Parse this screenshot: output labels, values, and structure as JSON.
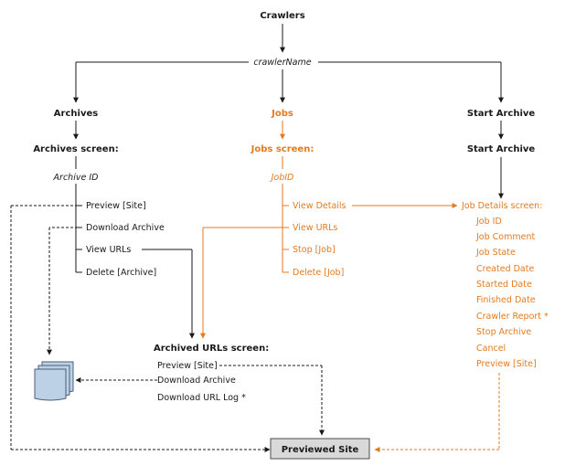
{
  "nodes": {
    "crawlers": "Crawlers",
    "crawler_name": "crawlerName",
    "archives": "Archives",
    "jobs": "Jobs",
    "start_archive": "Start Archive",
    "start_archive_2": "Start Archive",
    "archives_screen": "Archives screen:",
    "archive_id": "Archive ID",
    "jobs_screen": "Jobs  screen:",
    "job_id": "JobID",
    "archive_actions": [
      "Preview [Site]",
      "Download Archive",
      "View URLs",
      "Delete [Archive]"
    ],
    "job_actions": [
      "View Details",
      "View URLs",
      "Stop [Job]",
      "Delete [Job]"
    ],
    "job_details_screen": "Job Details screen:",
    "job_details_items": [
      "Job ID",
      "Job Comment",
      "Job State",
      "Created Date",
      "Started Date",
      "Finished Date",
      "Crawler Report *",
      "Stop Archive",
      "Cancel",
      "Preview [Site]"
    ],
    "archived_urls_screen": "Archived URLs screen:",
    "archived_urls_items": [
      "Preview [Site]",
      "Download Archive",
      "Download URL Log *"
    ],
    "previewed_site": "Previewed Site"
  },
  "colors": {
    "primary_text": "#1a1a1a",
    "accent_orange": "#e47a1e",
    "box_fill": "#d9d9d9",
    "docs_fill": "#bcd0e6"
  },
  "icons": {
    "documents": "document-stack-icon"
  }
}
